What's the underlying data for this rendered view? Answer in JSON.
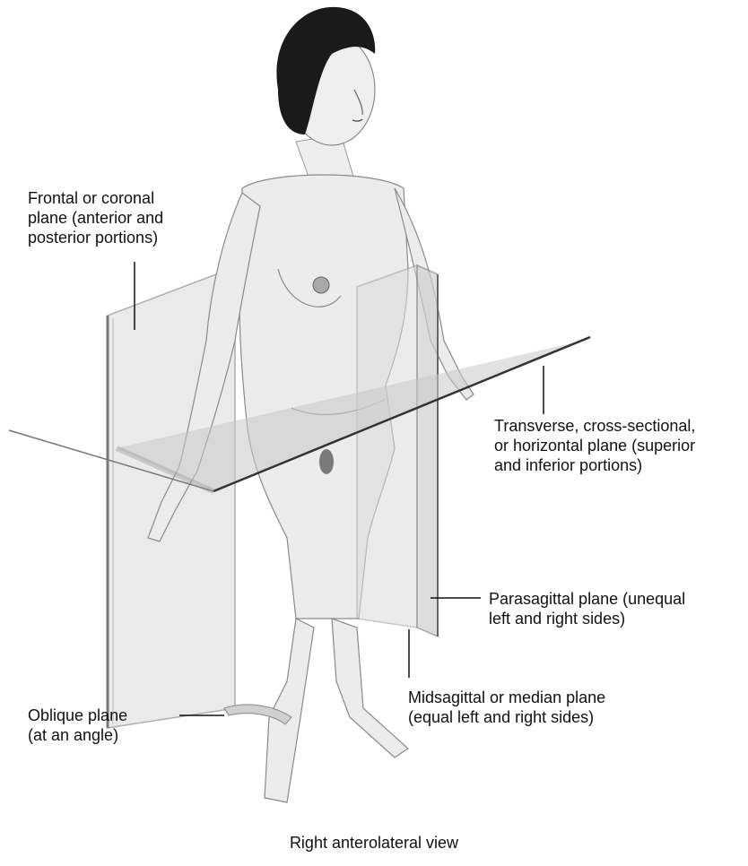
{
  "labels": {
    "frontal": [
      "Frontal or coronal",
      "plane (anterior and",
      "posterior portions)"
    ],
    "transverse": [
      "Transverse, cross-sectional,",
      "or horizontal plane (superior",
      "and inferior portions)"
    ],
    "parasagittal": [
      "Parasagittal plane (unequal",
      "left and right sides)"
    ],
    "midsagittal": [
      "Midsagittal or median plane",
      "(equal left and right sides)"
    ],
    "oblique": [
      "Oblique plane",
      "(at an angle)"
    ]
  },
  "caption": "Right anterolateral view",
  "colors": {
    "ink": "#111111",
    "figure_skin": "#e9e9e9",
    "figure_outline": "#8a8a8a",
    "hair": "#1a1a1a",
    "plane_fill": "#d4d4d4",
    "plane_edge": "#9a9a9a"
  }
}
